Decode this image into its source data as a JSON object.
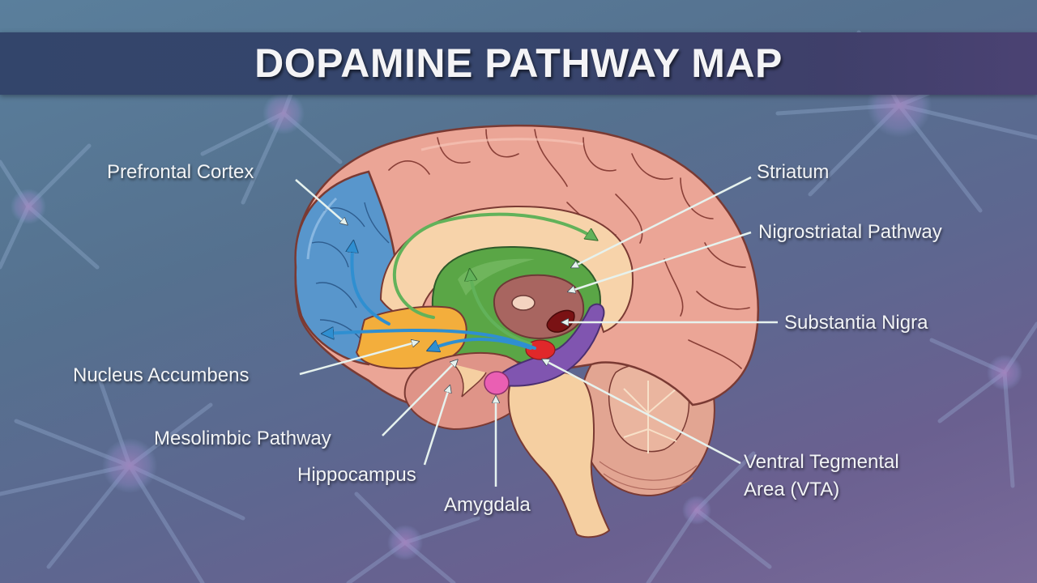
{
  "title": "DOPAMINE PATHWAY MAP",
  "colors": {
    "title_bar": "#36456c",
    "title_text": "#f4f4f6",
    "label_text": "#f2f4f6",
    "leader_line": "#e6f2ee",
    "cortex": "#eba596",
    "prefrontal_cortex": "#5896cc",
    "nucleus_accumbens": "#f3ae3c",
    "striatum_green": "#5aa646",
    "pathway_green_arrow": "#62b25a",
    "pathway_blue_arrow": "#2f8fd1",
    "thalamus": "#a86560",
    "substantia_nigra": "#7a1214",
    "vta": "#e0282a",
    "nigrostriatal_purple": "#8055b0",
    "amygdala": "#ea5fb3",
    "brainstem": "#f5cfa1",
    "cerebellum": "#e2a592"
  },
  "labels": {
    "prefrontal_cortex": "Prefrontal Cortex",
    "striatum": "Striatum",
    "nigrostriatal_pathway": "Nigrostriatal Pathway",
    "substantia_nigra": "Substantia Nigra",
    "nucleus_accumbens": "Nucleus Accumbens",
    "mesolimbic_pathway": "Mesolimbic Pathway",
    "hippocampus": "Hippocampus",
    "amygdala": "Amygdala",
    "vta_line1": "Ventral Tegmental",
    "vta_line2": "Area (VTA)"
  }
}
